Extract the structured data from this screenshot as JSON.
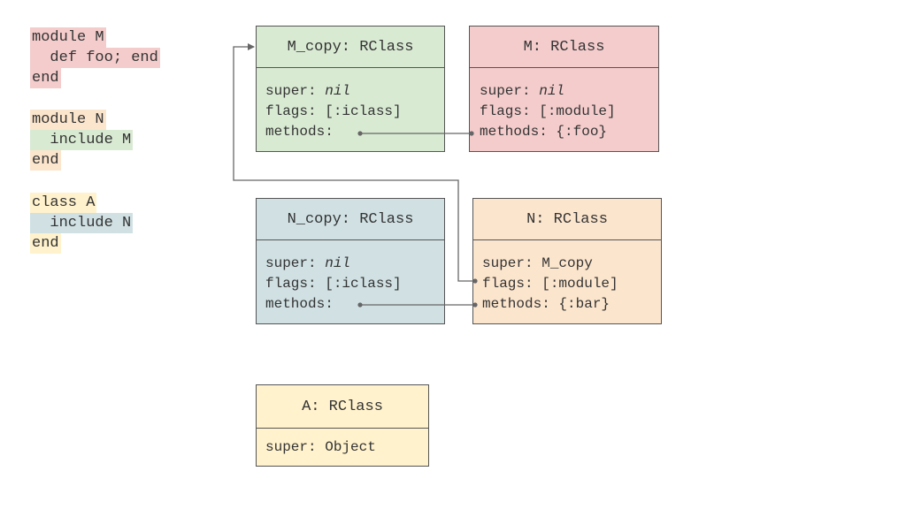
{
  "code": {
    "module_m": [
      "module M",
      "  def foo; end",
      "end"
    ],
    "module_n": [
      "module N",
      "  include M",
      "end"
    ],
    "class_a": [
      "class A",
      "  include N",
      "end"
    ]
  },
  "boxes": {
    "m_copy": {
      "title": "M_copy: RClass",
      "super_label": "super: ",
      "super_value": "nil",
      "flags": "flags: [:iclass]",
      "methods": "methods:"
    },
    "m": {
      "title": "M: RClass",
      "super_label": "super: ",
      "super_value": "nil",
      "flags": "flags: [:module]",
      "methods": "methods: {:foo}"
    },
    "n_copy": {
      "title": "N_copy: RClass",
      "super_label": "super: ",
      "super_value": "nil",
      "flags": "flags: [:iclass]",
      "methods": "methods:"
    },
    "n": {
      "title": "N: RClass",
      "super": "super: M_copy",
      "flags": "flags: [:module]",
      "methods": "methods: {:bar}"
    },
    "a": {
      "title": "A: RClass",
      "super": "super: Object"
    }
  },
  "colors": {
    "module_m": "#f4cccc",
    "module_n": "#fce5cd",
    "include_m": "#d9ead3",
    "class_a": "#fff2cc",
    "include_n": "#d0e0e3",
    "box_m_copy": "#d9ead3",
    "box_m": "#f4cccc",
    "box_n_copy": "#d0e0e3",
    "box_n": "#fce5cd",
    "box_a": "#fff2cc",
    "line": "#666666"
  }
}
